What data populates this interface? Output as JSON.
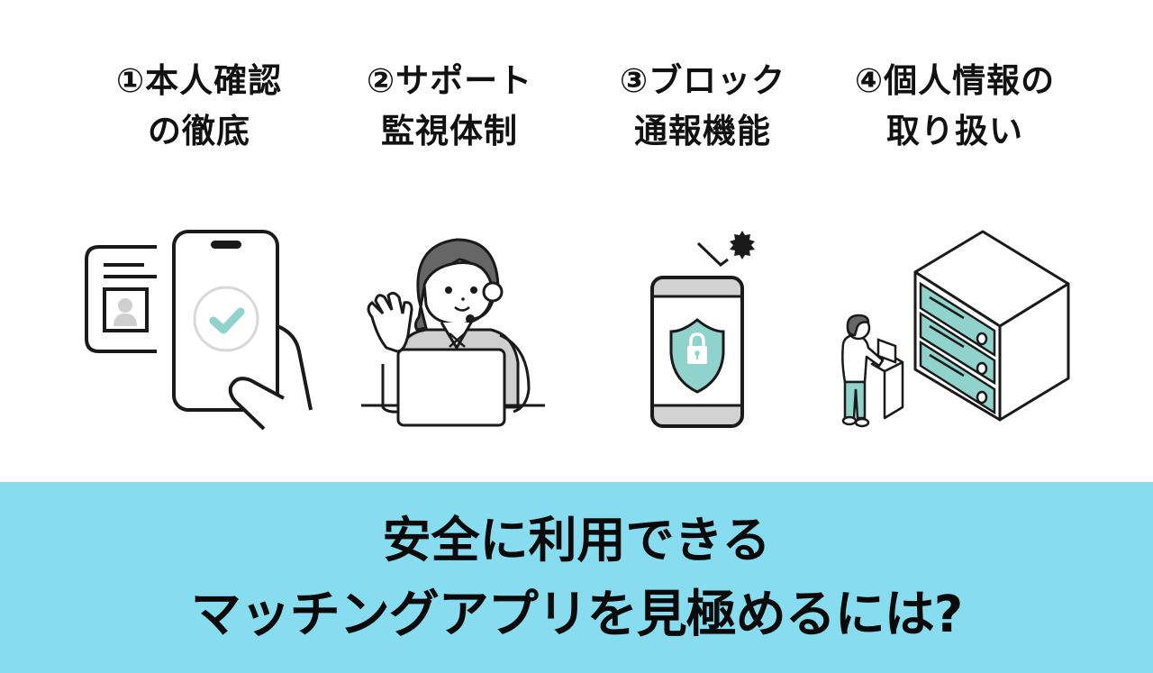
{
  "features": [
    {
      "number": "①",
      "line1": "①本人確認",
      "line2": "の徹底",
      "illustration": "phone-id-verification-icon"
    },
    {
      "number": "②",
      "line1": "②サポート",
      "line2": "監視体制",
      "illustration": "support-operator-icon"
    },
    {
      "number": "③",
      "line1": "③ブロック",
      "line2": "通報機能",
      "illustration": "phone-shield-lock-icon"
    },
    {
      "number": "④",
      "line1": "④個人情報の",
      "line2": "取り扱い",
      "illustration": "server-data-management-icon"
    }
  ],
  "banner": {
    "line1": "安全に利用できる",
    "line2": "マッチングアプリを見極めるには?",
    "background_color": "#87dcef"
  },
  "colors": {
    "accent_teal": "#8fd3cc",
    "stroke": "#1a1a1a",
    "gray_fill": "#cfcfcf"
  }
}
